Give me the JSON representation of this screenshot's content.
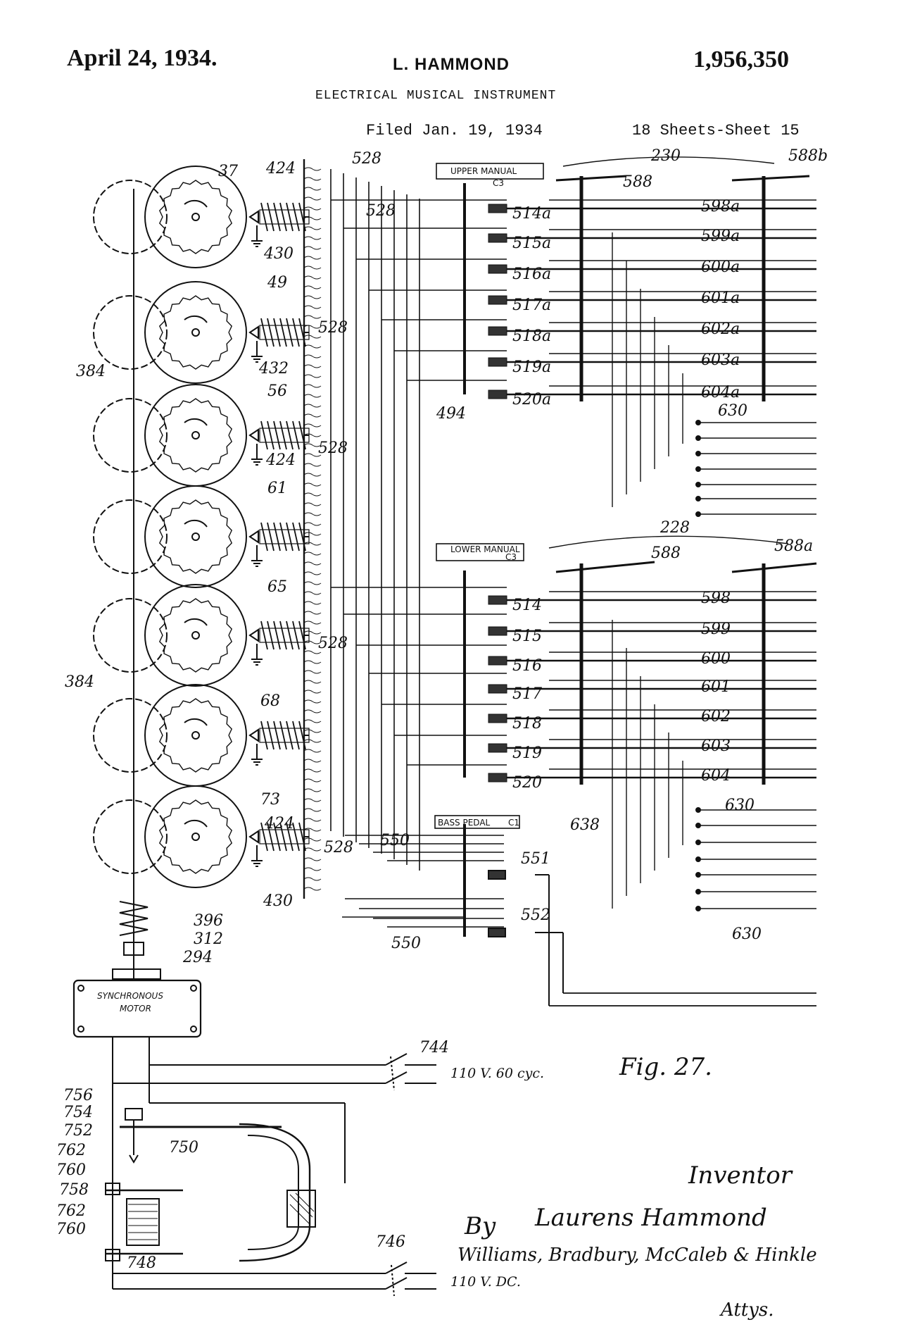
{
  "header": {
    "date": "April 24, 1934.",
    "inventor": "L. HAMMOND",
    "patent_number": "1,956,350",
    "title": "ELECTRICAL MUSICAL INSTRUMENT",
    "filed": "Filed Jan. 19, 1934",
    "sheets": "18 Sheets-Sheet 15"
  },
  "boxes": {
    "upper_manual": "UPPER MANUAL",
    "upper_note": "C3",
    "lower_manual": "LOWER MANUAL",
    "lower_note": "C3",
    "bass_pedal": "BASS PEDAL",
    "bass_note": "C1",
    "motor_line1": "SYNCHRONOUS",
    "motor_line2": "MOTOR"
  },
  "labels": {
    "gen_nums": [
      "37",
      "49",
      "56",
      "61",
      "65",
      "68",
      "73"
    ],
    "ref_424": "424",
    "ref_430": "430",
    "ref_432": "432",
    "ref_384": "384",
    "ref_528": "528",
    "ref_494": "494",
    "ref_230": "230",
    "ref_228": "228",
    "ref_588": "588",
    "ref_588a": "588a",
    "ref_588b": "588b",
    "upper_contacts": [
      "514a",
      "515a",
      "516a",
      "517a",
      "518a",
      "519a",
      "520a"
    ],
    "upper_bars": [
      "598a",
      "599a",
      "600a",
      "601a",
      "602a",
      "603a",
      "604a"
    ],
    "lower_contacts": [
      "514",
      "515",
      "516",
      "517",
      "518",
      "519",
      "520"
    ],
    "lower_bars": [
      "598",
      "599",
      "600",
      "601",
      "602",
      "603",
      "604"
    ],
    "ref_630": "630",
    "ref_638": "638",
    "ref_550": "550",
    "ref_551": "551",
    "ref_552": "552",
    "ref_396": "396",
    "ref_312": "312",
    "ref_294": "294",
    "ref_744": "744",
    "ref_746": "746",
    "supply_ac": "110 V. 60 cyc.",
    "supply_dc": "110 V. DC.",
    "fig": "Fig. 27.",
    "lower_refs": [
      "756",
      "754",
      "752",
      "762",
      "760",
      "758",
      "762",
      "760",
      "750",
      "748"
    ]
  },
  "signature": {
    "inventor_label": "Inventor",
    "by": "By",
    "name": "Laurens Hammond",
    "firm": "Williams, Bradbury, McCaleb & Hinkle",
    "attys": "Attys."
  }
}
